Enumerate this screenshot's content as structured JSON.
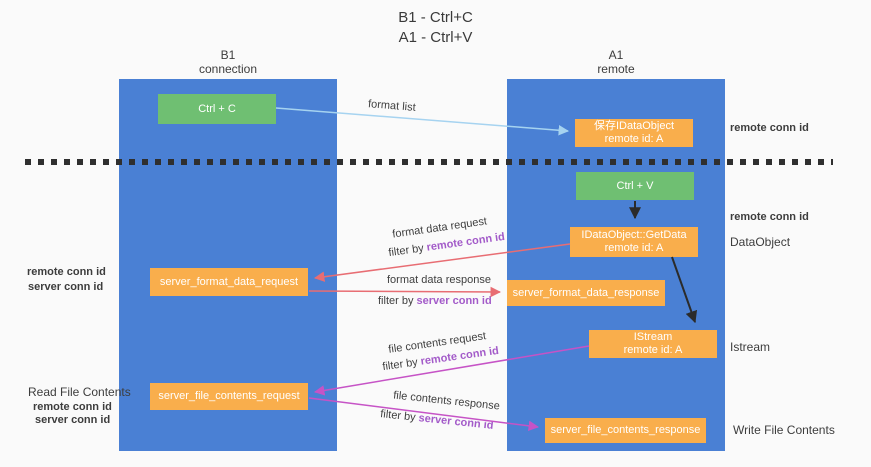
{
  "title": {
    "line1": "B1 - Ctrl+C",
    "line2": "A1 - Ctrl+V"
  },
  "left_column": {
    "header1": "B1",
    "header2": "connection"
  },
  "right_column": {
    "header1": "A1",
    "header2": "remote"
  },
  "boxes": {
    "ctrl_c": "Ctrl + C",
    "ctrl_v": "Ctrl + V",
    "save_idataobject_1": "保存IDataObject",
    "save_idataobject_2": "remote id: A",
    "getdata_1": "IDataObject::GetData",
    "getdata_2": "remote id: A",
    "istream_1": "IStream",
    "istream_2": "remote id: A",
    "format_request": "server_format_data_request",
    "format_response": "server_format_data_response",
    "file_request": "server_file_contents_request",
    "file_response": "server_file_contents_response"
  },
  "labels": {
    "format_list": "format list",
    "format_data_request": "format data request",
    "format_data_response": "format data response",
    "file_contents_request": "file contents request",
    "file_contents_response": "file contents response",
    "filter_by": "filter by ",
    "remote_conn_id": "remote conn id",
    "server_conn_id": "server conn id",
    "read_file_contents": "Read File Contents",
    "write_file_contents": "Write File Contents",
    "data_object": "DataObject",
    "istream": "Istream"
  },
  "colors": {
    "column_blue": "#4a80d4",
    "box_orange": "#f9ae4c",
    "box_green": "#6fbf72",
    "arrow_red": "#e86d73",
    "arrow_magenta": "#c653c6",
    "arrow_blue": "#a6d3f0",
    "arrow_black": "#2b2b2b",
    "text_purple": "#a35bc9",
    "text_green": "#68bd6c"
  }
}
